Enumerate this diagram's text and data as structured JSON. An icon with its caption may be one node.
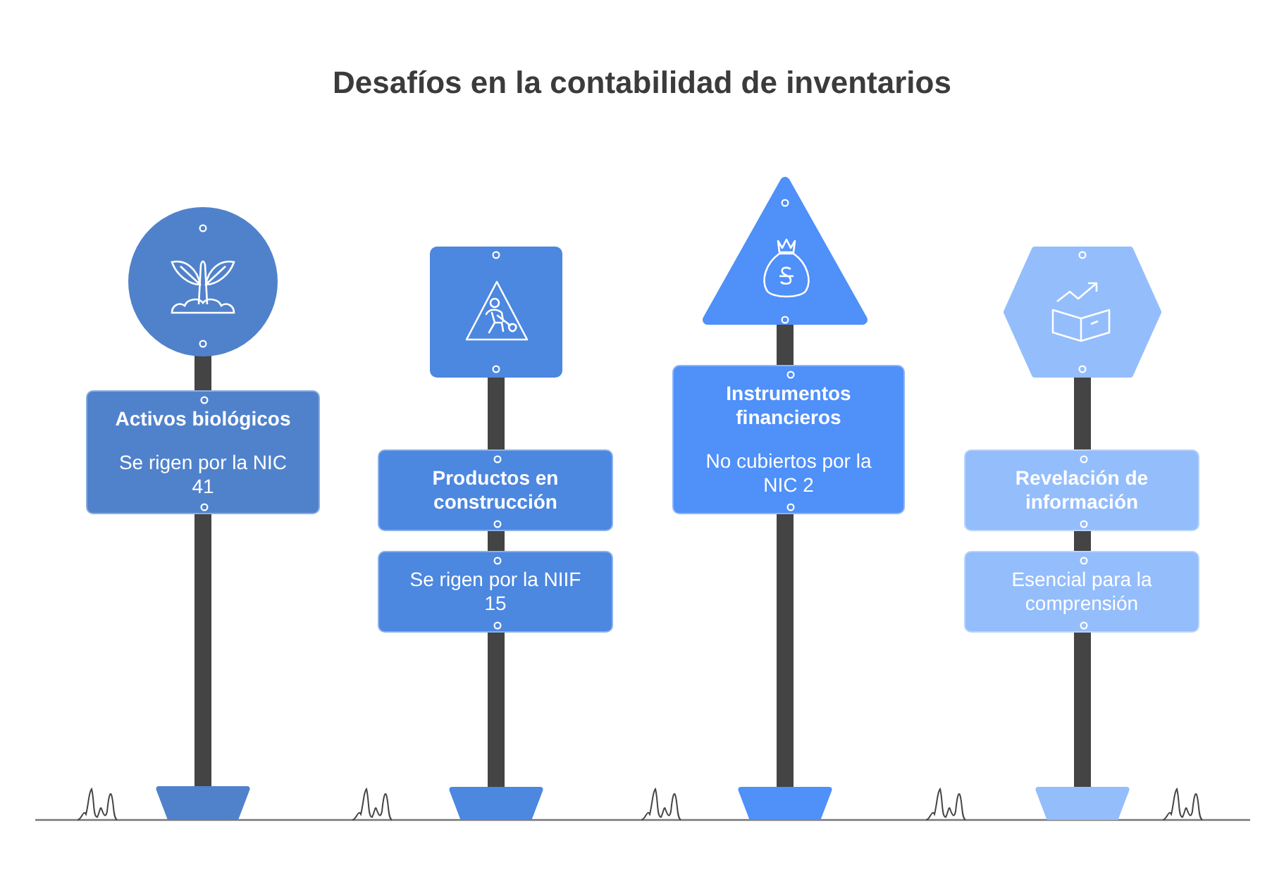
{
  "diagram": {
    "title": "Desafíos en la contabilidad de inventarios",
    "nodes": [
      {
        "text": [
          "Activos biológicos",
          "Se rigen por la NIC 41"
        ]
      },
      {
        "text": [
          "Productos en construcción"
        ]
      },
      {
        "text": [
          "Se rigen por la NIIF 15"
        ]
      },
      {
        "text": [
          "Instrumentos financieros",
          "No cubiertos por la NIC 2"
        ]
      },
      {
        "text": [
          "Revelación de información"
        ]
      },
      {
        "text": [
          "Esencial para la comprensión"
        ]
      }
    ]
  }
}
